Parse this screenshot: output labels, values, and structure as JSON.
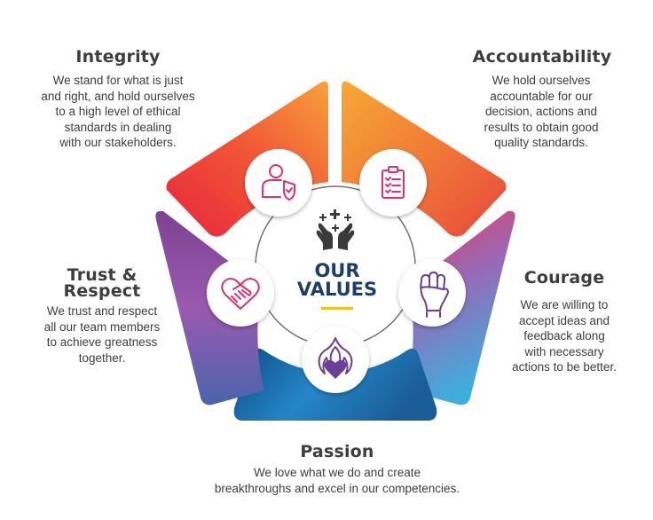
{
  "center": {
    "line1": "OUR",
    "line2": "VALUES"
  },
  "values": [
    {
      "key": "integrity",
      "title": "Integrity",
      "description": [
        "We stand for what is just",
        "and right, and hold ourselves",
        "to a high level of ethical",
        "standards in dealing",
        "with our stakeholders."
      ],
      "icon": "person-shield-icon",
      "colors": [
        "#e8243c",
        "#f15a36",
        "#f7a23a"
      ]
    },
    {
      "key": "accountability",
      "title": "Accountability",
      "description": [
        "We hold ourselves",
        "accountable for our",
        "decision, actions and",
        "results to obtain good",
        "quality standards."
      ],
      "icon": "clipboard-checklist-icon",
      "colors": [
        "#f6a935",
        "#f07a37",
        "#e8463c"
      ]
    },
    {
      "key": "courage",
      "title": "Courage",
      "description": [
        "We are willing to",
        "accept ideas and",
        "feedback along",
        "with necessary",
        "actions to be better."
      ],
      "icon": "raised-fist-icon",
      "colors": [
        "#e8405a",
        "#9a67b5",
        "#3eaede"
      ]
    },
    {
      "key": "passion",
      "title": "Passion",
      "description": [
        "We love what we do and create",
        "breakthroughs and excel in our competencies."
      ],
      "icon": "flaming-heart-icon",
      "colors": [
        "#1b5d97",
        "#2486c8",
        "#0e4a80"
      ]
    },
    {
      "key": "trust",
      "title_lines": [
        "Trust &",
        "Respect"
      ],
      "description": [
        "We trust and respect",
        "all our team members",
        "to achieve greatness",
        "together."
      ],
      "icon": "handshake-heart-icon",
      "colors": [
        "#7d4292",
        "#9a5aae",
        "#4a64ad"
      ]
    }
  ],
  "style": {
    "navy": "#1d3d6b",
    "gold": "#f6c21a",
    "icon_pink": "#e3306e",
    "icon_purple": "#6b3f97",
    "ring_gray": "#6f6f6f"
  }
}
